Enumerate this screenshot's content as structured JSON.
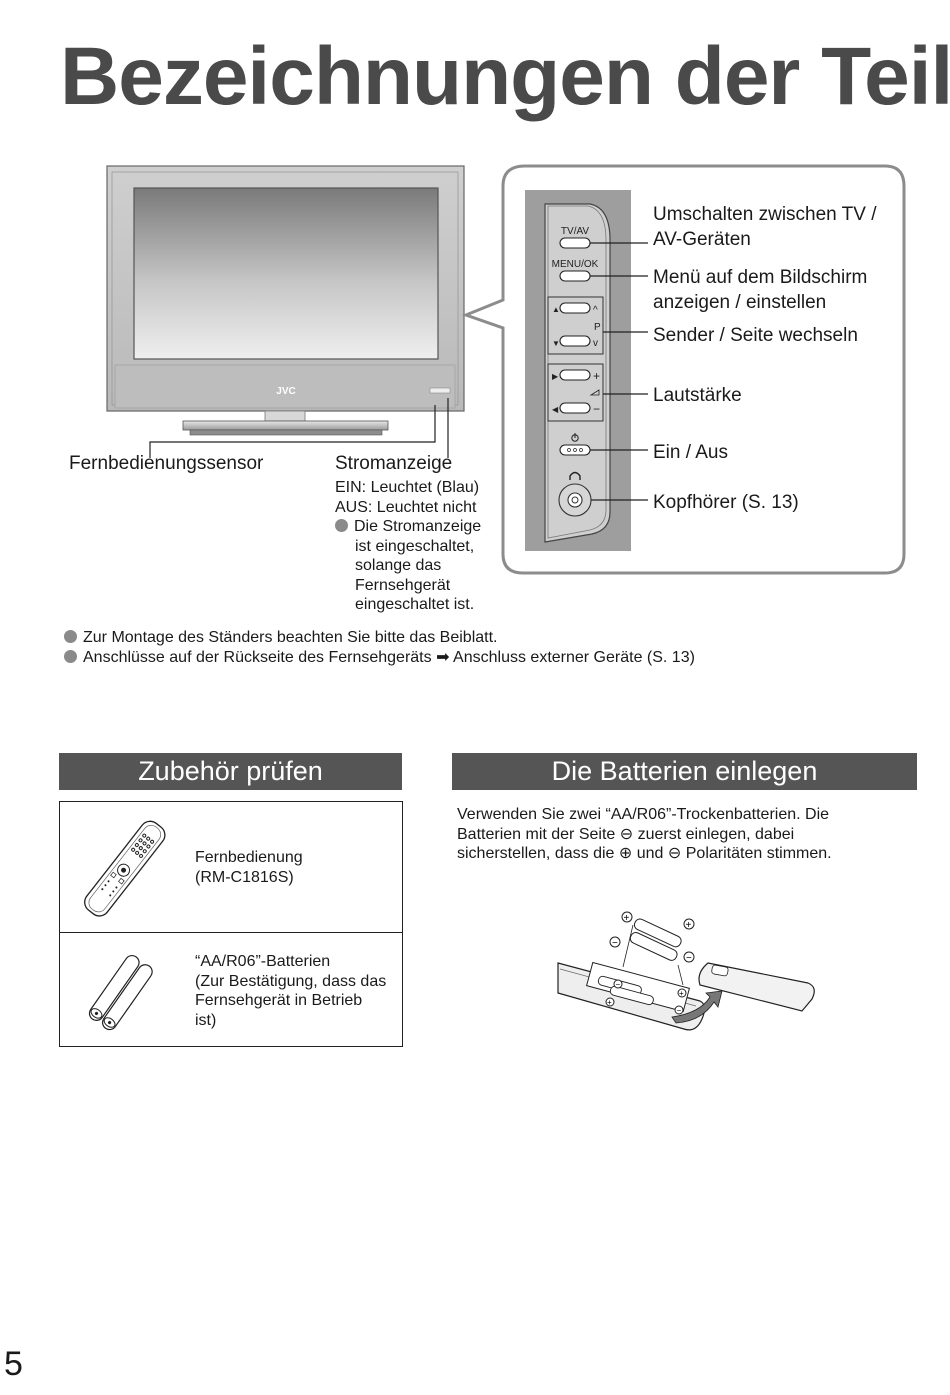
{
  "title": "Bezeichnungen der Teile",
  "tv": {
    "brand": "JVC",
    "remote_sensor_label": "Fernbedienungssensor",
    "power_indicator": {
      "title": "Stromanzeige",
      "on": "EIN: Leuchtet (Blau)",
      "off": "AUS: Leuchtet nicht",
      "note_lines": [
        "Die Stromanzeige",
        "ist eingeschaltet,",
        "solange das",
        "Fernsehgerät",
        "eingeschaltet ist."
      ]
    }
  },
  "panel": {
    "buttons": {
      "tvav": "TV/AV",
      "menuok": "MENU/OK",
      "p": "P"
    },
    "labels": {
      "tvav_line1": "Umschalten zwischen TV /",
      "tvav_line2": "AV-Geräten",
      "menu_line1": "Menü auf dem Bildschirm",
      "menu_line2": "anzeigen / einstellen",
      "channel": "Sender / Seite wechseln",
      "volume": "Lautstärke",
      "power": "Ein / Aus",
      "headphones": "Kopfhörer (S. 13)"
    }
  },
  "notes": {
    "stand": "Zur Montage des Ständers beachten Sie bitte das Beiblatt.",
    "connections_a": "Anschlüsse auf der Rückseite des Fernsehgeräts",
    "arrow": "➡",
    "connections_b": "Anschluss externer Geräte (S. 13)"
  },
  "accessories": {
    "header": "Zubehör prüfen",
    "items": [
      {
        "lines": [
          "Fernbedienung",
          "(RM-C1816S)"
        ]
      },
      {
        "lines": [
          "“AA/R06”-Batterien",
          "(Zur Bestätigung, dass das",
          "Fernsehgerät in Betrieb",
          "ist)"
        ]
      }
    ]
  },
  "batteries": {
    "header": "Die Batterien einlegen",
    "line1": "Verwenden Sie zwei “AA/R06”-Trockenbatterien. Die",
    "line2a": "Batterien mit der Seite",
    "line2b": "zuerst einlegen, dabei",
    "line3a": "sicherstellen, dass die",
    "line3b": "und",
    "line3c": "Polaritäten stimmen."
  },
  "page_number": "5"
}
